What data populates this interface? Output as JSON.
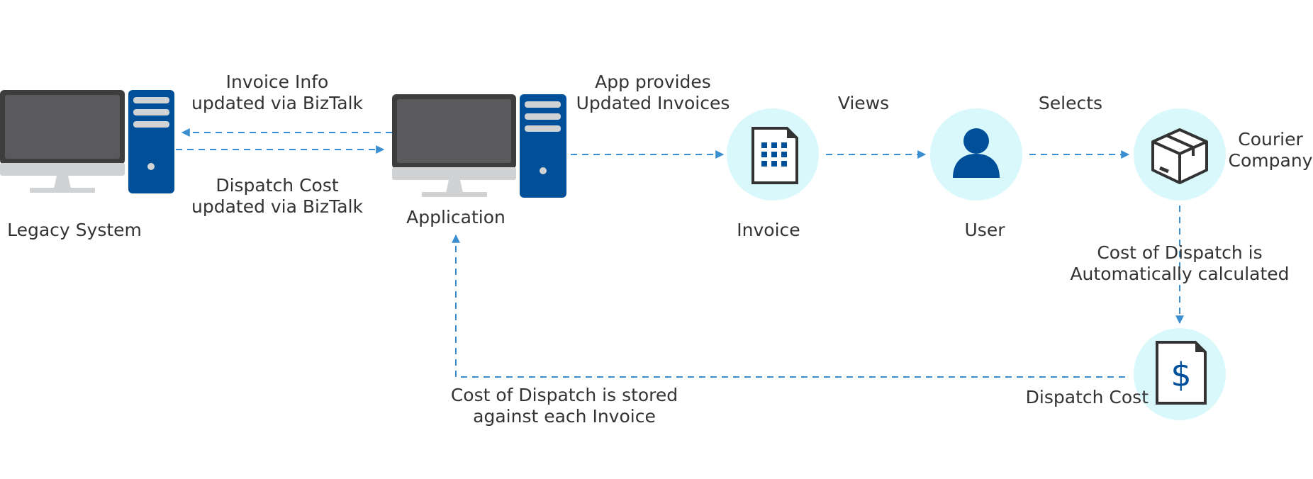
{
  "diagram": {
    "nodes": {
      "legacy_system": {
        "label": "Legacy System",
        "icon": "desktop-server-icon"
      },
      "application": {
        "label": "Application",
        "icon": "desktop-server-icon"
      },
      "invoice": {
        "label": "Invoice",
        "icon": "document-grid-icon"
      },
      "user": {
        "label": "User",
        "icon": "user-icon"
      },
      "courier_company": {
        "label_line1": "Courier",
        "label_line2": "Company",
        "icon": "package-icon"
      },
      "dispatch_cost": {
        "label": "Dispatch Cost",
        "icon": "dollar-document-icon",
        "glyph": "$"
      }
    },
    "edges": {
      "app_to_legacy": {
        "line1": "Invoice Info",
        "line2": "updated via BizTalk"
      },
      "legacy_to_app": {
        "line1": "Dispatch Cost",
        "line2": "updated via BizTalk"
      },
      "app_to_invoice": {
        "line1": "App provides",
        "line2": "Updated Invoices"
      },
      "invoice_to_user": {
        "label": "Views"
      },
      "user_to_courier": {
        "label": "Selects"
      },
      "courier_to_cost": {
        "line1": "Cost of Dispatch is",
        "line2": "Automatically calculated"
      },
      "cost_to_app": {
        "line1": "Cost of Dispatch is stored",
        "line2": "against each Invoice"
      }
    },
    "colors": {
      "arrow": "#3b8fd0",
      "circle_fill": "#d8f8fc",
      "brand_blue": "#005099",
      "monitor_frame": "#3d3d3d",
      "monitor_screen": "#5a5a5c",
      "monitor_base": "#d1d2d4",
      "icon_dark": "#333333",
      "text": "#333333"
    }
  }
}
